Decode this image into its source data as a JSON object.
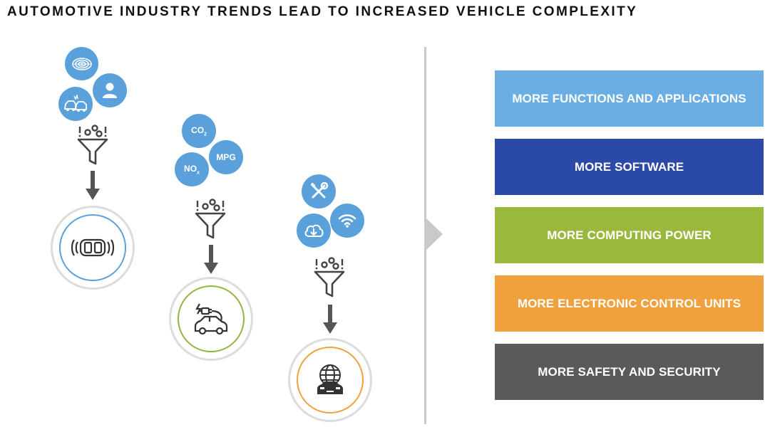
{
  "title": "AUTOMOTIVE INDUSTRY TRENDS LEAD TO INCREASED VEHICLE COMPLEXITY",
  "trend_groups": [
    {
      "bubbles": [
        "radar-icon",
        "car-collision-icon",
        "person-icon"
      ],
      "result_icon": "autonomous-car-sensors-icon",
      "ring_color": "#5aa1dc"
    },
    {
      "bubbles": [
        {
          "main": "CO",
          "sub": "2"
        },
        {
          "main": "NO",
          "sub": "x"
        },
        {
          "main": "MPG",
          "sub": ""
        }
      ],
      "result_icon": "electric-car-plug-icon",
      "ring_color": "#8fb83c"
    },
    {
      "bubbles": [
        "tools-icon",
        "cloud-download-icon",
        "wifi-icon"
      ],
      "result_icon": "connected-car-globe-icon",
      "ring_color": "#f0a03c"
    }
  ],
  "outcomes": [
    {
      "label": "MORE FUNCTIONS AND APPLICATIONS",
      "color": "#6aaee3"
    },
    {
      "label": "MORE SOFTWARE",
      "color": "#2b4aa7"
    },
    {
      "label": "MORE COMPUTING POWER",
      "color": "#9ab93c"
    },
    {
      "label": "MORE ELECTRONIC CONTROL UNITS",
      "color": "#f0a03c"
    },
    {
      "label": "MORE SAFETY AND SECURITY",
      "color": "#5a5a5c"
    }
  ]
}
